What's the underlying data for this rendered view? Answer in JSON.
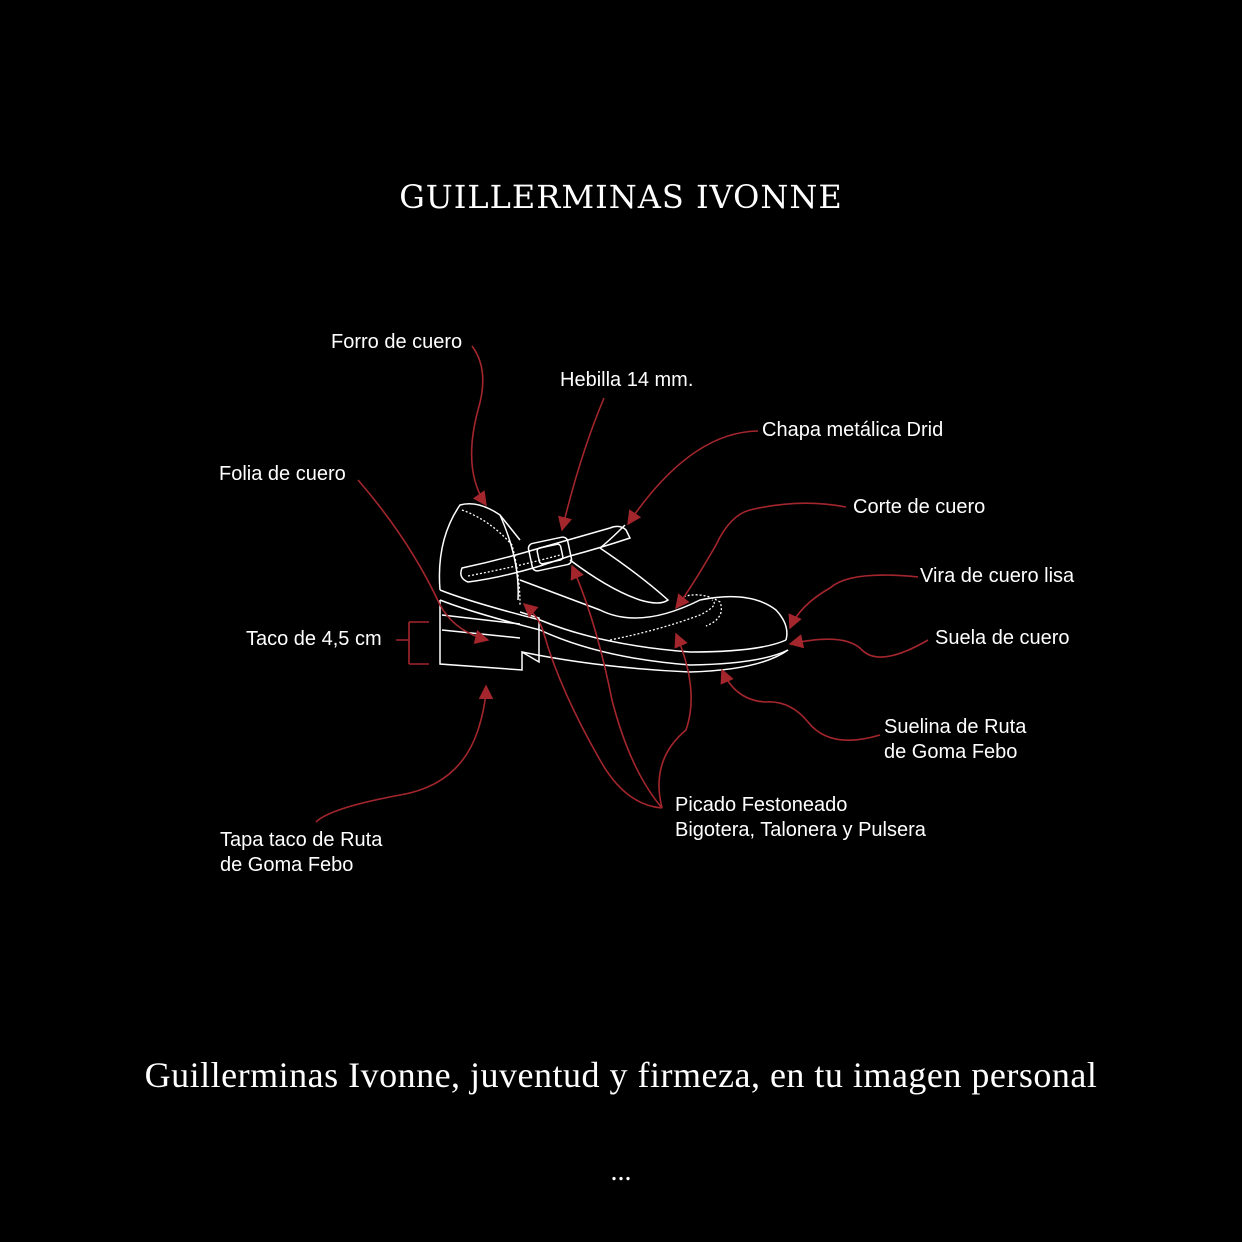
{
  "title": "GUILLERMINAS IVONNE",
  "labels": {
    "forro": "Forro de cuero",
    "hebilla": "Hebilla 14 mm.",
    "chapa": "Chapa metálica Drid",
    "folia": "Folia de cuero",
    "corte": "Corte de cuero",
    "vira": "Vira de cuero lisa",
    "taco": "Taco de 4,5 cm",
    "suela": "Suela de cuero",
    "suelina_line1": "Suelina de Ruta",
    "suelina_line2": "de Goma Febo",
    "picado_line1": "Picado Festoneado",
    "picado_line2": "Bigotera, Talonera y Pulsera",
    "tapa_line1": "Tapa taco de Ruta",
    "tapa_line2": "de Goma Febo"
  },
  "tagline": "Guillerminas Ivonne, juventud y firmeza, en tu imagen personal",
  "ellipsis": "...",
  "colors": {
    "background": "#000000",
    "text": "#ffffff",
    "arrow": "#a3262d",
    "shoe": "#ffffff"
  },
  "icons": {
    "shoe": "t-strap-shoe-illustration"
  }
}
